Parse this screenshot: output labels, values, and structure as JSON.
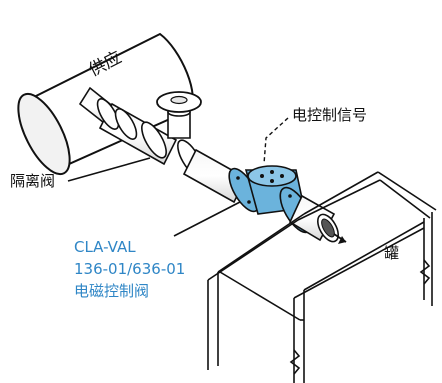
{
  "labels": {
    "supply": "供应",
    "isolation_valve": "隔离阀",
    "electric_signal": "电控制信号",
    "tank": "罐",
    "valve_model_line1": "CLA-VAL",
    "valve_model_line2": "136-01/636-01",
    "valve_model_line3": "电磁控制阀"
  },
  "colors": {
    "valve_blue": "#6bb3dc",
    "label_blue": "#2f86c6",
    "line": "#111111"
  }
}
